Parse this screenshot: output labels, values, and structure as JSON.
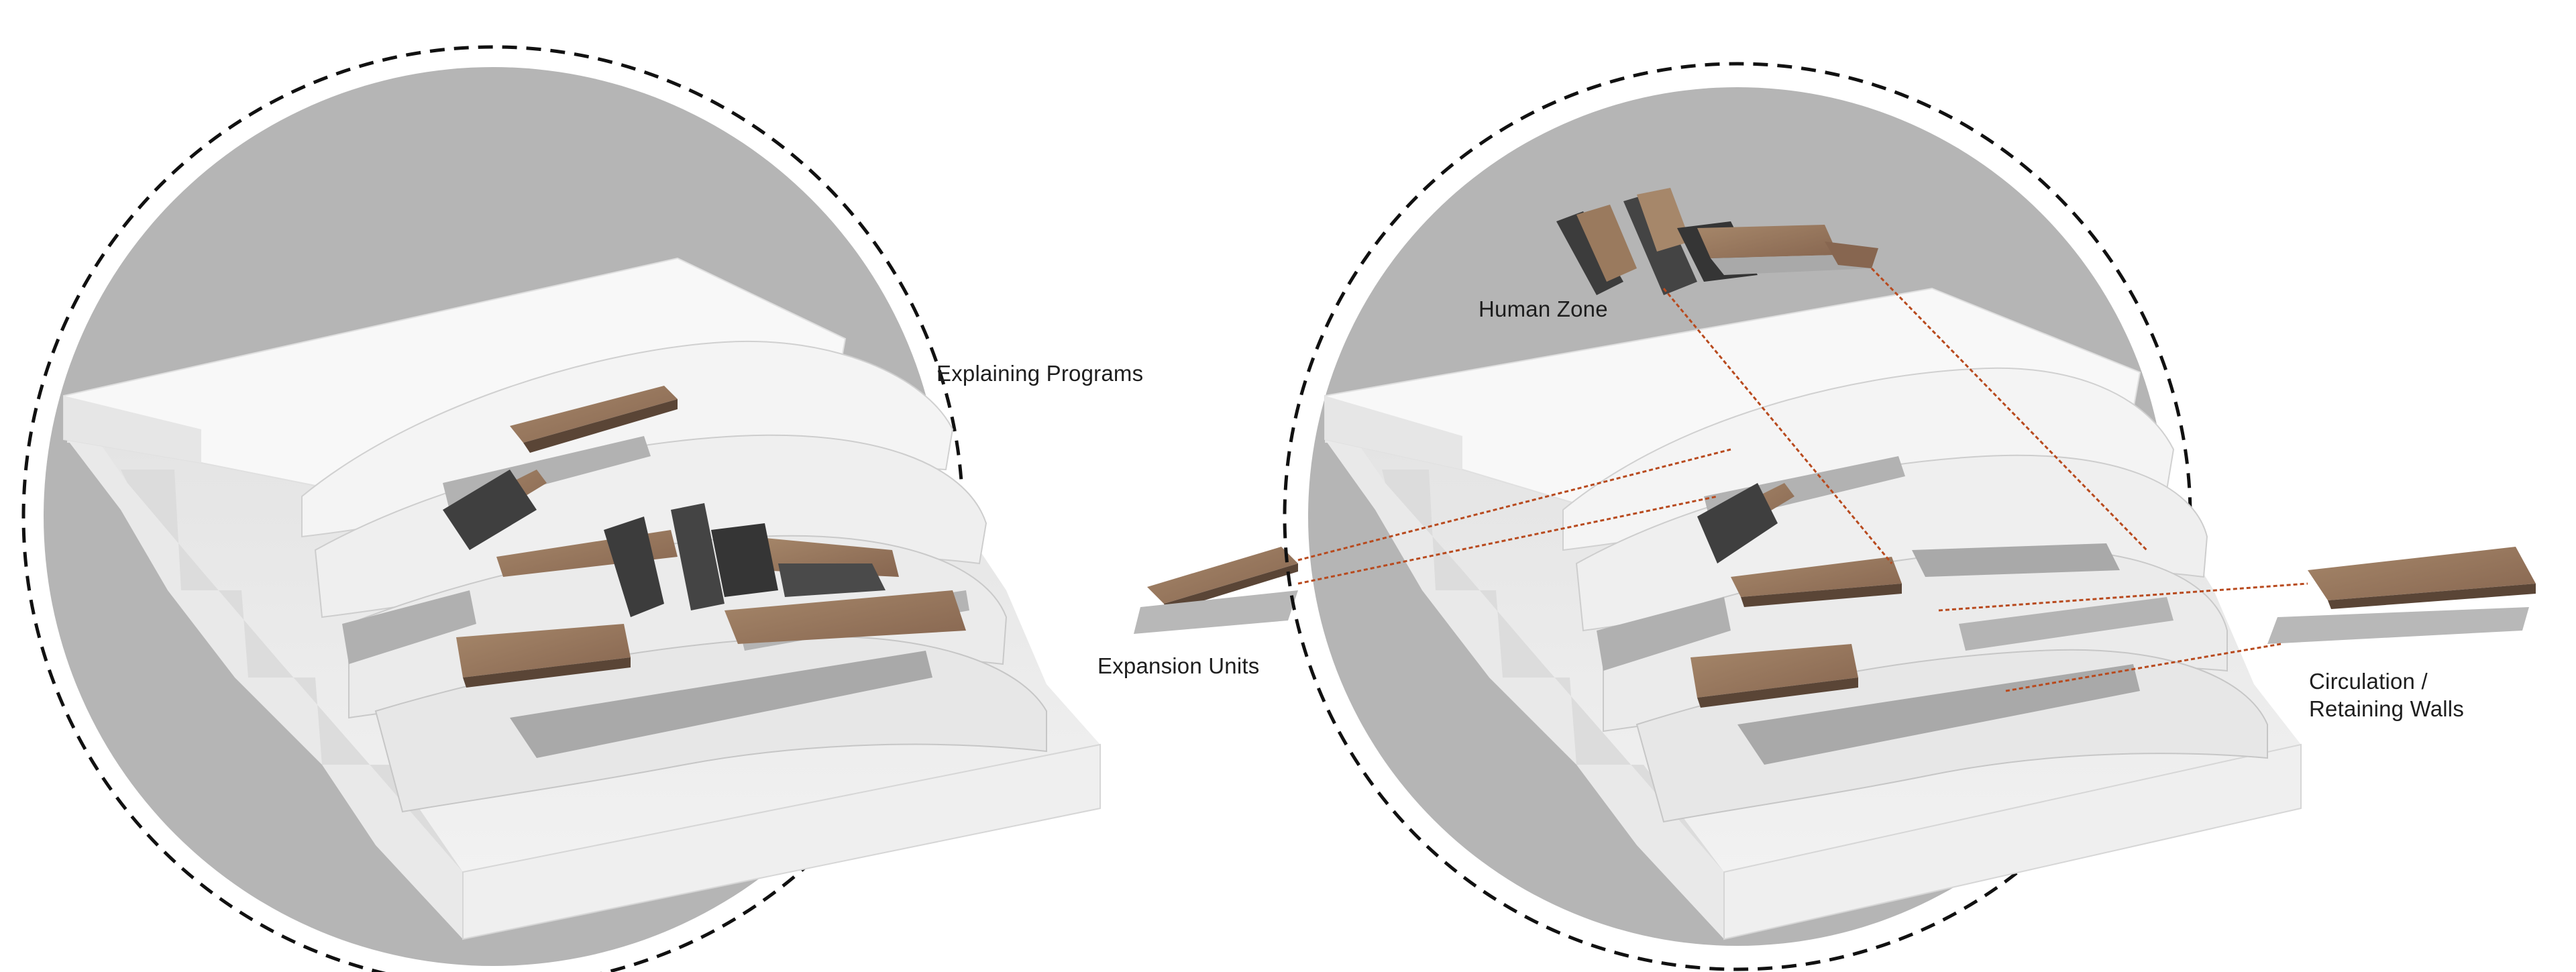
{
  "labels": {
    "explaining_programs": "Explaining Programs",
    "expansion_units": "Expansion Units",
    "human_zone": "Human Zone",
    "circulation_line1": "Circulation /",
    "circulation_line2": "Retaining Walls"
  },
  "colors": {
    "background": "#ffffff",
    "disc": "#b5b5b5",
    "terrain_top": "#f6f6f6",
    "terrain_side": "#e2e2e2",
    "terrain_shade": "#cfcfcf",
    "wall_grey": "#a9a9a9",
    "wood": "#9a7a5e",
    "wood_dark": "#6b5140",
    "metal_dark": "#3c3c3c",
    "leader_line": "#b84a1e",
    "dashed_circle": "#111111"
  },
  "icons": {
    "dashed_boundary": "dashed-circle-icon",
    "leader": "leader-line-icon"
  }
}
